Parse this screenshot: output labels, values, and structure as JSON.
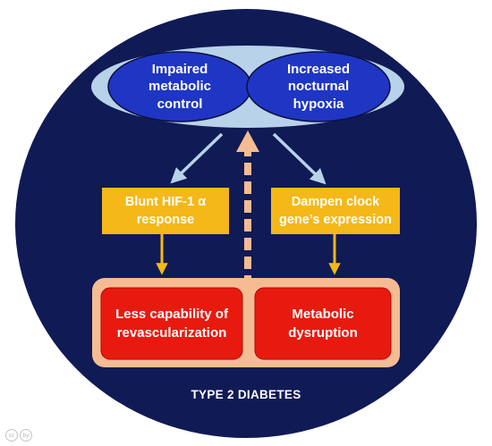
{
  "nodes": {
    "impaired_metabolic_control": "Impaired\nmetabolic\ncontrol",
    "increased_nocturnal_hypoxia": "Increased\nnocturnal\nhypoxia",
    "blunt_hif1a_response": "Blunt HIF-1 α\nresponse",
    "dampen_clock_gene_expression": "Dampen clock\ngene’s expression",
    "less_capability_revascularization": "Less capability of\nrevascularization",
    "metabolic_dysruption": "Metabolic\ndysruption"
  },
  "footer": {
    "condition": "TYPE 2 DIABETES"
  },
  "corner_icons": {
    "first": "cc",
    "second": "by"
  },
  "colors": {
    "background_circle": "#101a55",
    "top_ellipse": "#b8d2ea",
    "ovals": "#1f36c4",
    "gold_boxes": "#f4b818",
    "red_boxes": "#e81a10",
    "salmon_container": "#f5bc93",
    "arrows_light": "#b8d2ea",
    "dashed_arrow": "#f5bc93"
  }
}
